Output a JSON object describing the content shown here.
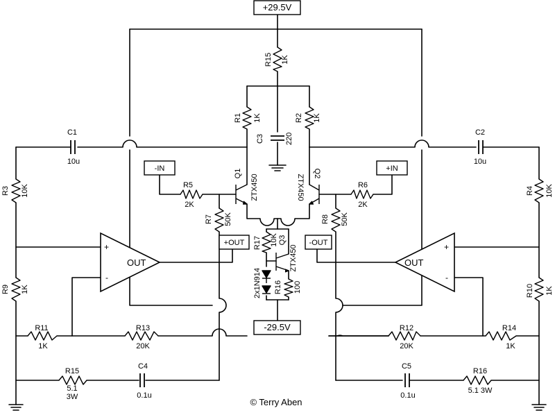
{
  "supply": {
    "positive": "+29.5V",
    "negative": "-29.5V"
  },
  "ports": {
    "in_neg": "-IN",
    "in_pos": "+IN",
    "out_pos": "+OUT",
    "out_neg": "-OUT"
  },
  "resistors": {
    "r1": {
      "ref": "R1",
      "value": "1K"
    },
    "r2": {
      "ref": "R2",
      "value": "1K"
    },
    "r3": {
      "ref": "R3",
      "value": "10K"
    },
    "r4": {
      "ref": "R4",
      "value": "10K"
    },
    "r5": {
      "ref": "R5",
      "value": "2K"
    },
    "r6": {
      "ref": "R6",
      "value": "2K"
    },
    "r7": {
      "ref": "R7",
      "value": "50K"
    },
    "r8": {
      "ref": "R8",
      "value": "50K"
    },
    "r9": {
      "ref": "R9",
      "value": "1K"
    },
    "r10": {
      "ref": "R10",
      "value": "1K"
    },
    "r11": {
      "ref": "R11",
      "value": "1K"
    },
    "r12": {
      "ref": "R12",
      "value": "20K"
    },
    "r13": {
      "ref": "R13",
      "value": "20K"
    },
    "r14": {
      "ref": "R14",
      "value": "1K"
    },
    "r15_top": {
      "ref": "R15",
      "value": "1K"
    },
    "r15_bottom": {
      "ref": "R15",
      "value": "5.1",
      "power": "3W"
    },
    "r16_mid": {
      "ref": "R16",
      "value": "100"
    },
    "r16_bottom": {
      "ref": "R16",
      "value": "5.1  3W"
    },
    "r17": {
      "ref": "R17",
      "value": "10K"
    }
  },
  "capacitors": {
    "c1": {
      "ref": "C1",
      "value": "10u"
    },
    "c2": {
      "ref": "C2",
      "value": "10u"
    },
    "c3": {
      "ref": "C3",
      "value": "220"
    },
    "c4": {
      "ref": "C4",
      "value": "0.1u"
    },
    "c5": {
      "ref": "C5",
      "value": "0.1u"
    }
  },
  "transistors": {
    "q1": {
      "ref": "Q1",
      "part": "ZTX450"
    },
    "q2": {
      "ref": "Q2",
      "part": "ZTX450"
    },
    "q3": {
      "ref": "Q3",
      "part": "ZTX450"
    }
  },
  "diodes": {
    "label": "2x1N914"
  },
  "opamps": {
    "left": {
      "output": "OUT",
      "plus": "+",
      "minus": "-"
    },
    "right": {
      "output": "OUT",
      "plus": "+",
      "minus": "-"
    }
  },
  "copyright": "© Terry Aben"
}
